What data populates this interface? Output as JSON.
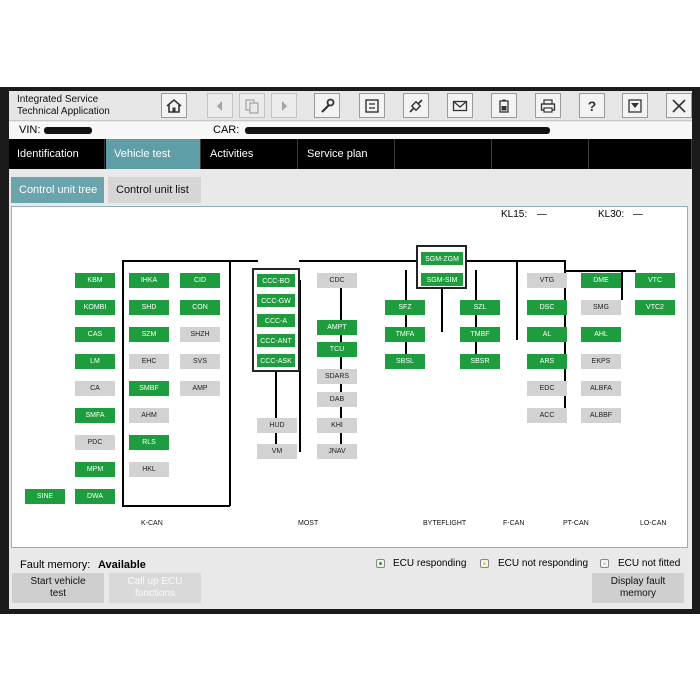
{
  "app": {
    "title_line1": "Integrated Service",
    "title_line2": "Technical Application"
  },
  "toolbar": [
    {
      "name": "home-button",
      "icon": "home-icon"
    },
    {
      "name": "back-button",
      "icon": "arrow-left-icon"
    },
    {
      "name": "copy-button",
      "icon": "copy-icon"
    },
    {
      "name": "forward-button",
      "icon": "arrow-right-icon"
    },
    {
      "name": "tools-button",
      "icon": "wrench-icon"
    },
    {
      "name": "compare-button",
      "icon": "compare-icon"
    },
    {
      "name": "connection-button",
      "icon": "plug-icon"
    },
    {
      "name": "mail-button",
      "icon": "mail-icon"
    },
    {
      "name": "battery-button",
      "icon": "battery-icon"
    },
    {
      "name": "print-button",
      "icon": "printer-icon"
    },
    {
      "name": "help-button",
      "icon": "question-icon"
    },
    {
      "name": "download-button",
      "icon": "download-icon"
    },
    {
      "name": "close-button",
      "icon": "close-icon"
    }
  ],
  "vehicle": {
    "vin_label": "VIN:",
    "car_label": "CAR:"
  },
  "nav_tabs": [
    "Identification",
    "Vehicle test",
    "Activities",
    "Service plan"
  ],
  "sub_tabs": [
    "Control unit tree",
    "Control unit list"
  ],
  "status": {
    "kl15_label": "KL15:",
    "kl15_value": "—",
    "kl30_label": "KL30:",
    "kl30_value": "—"
  },
  "colors": {
    "responding": "#1e9d3e",
    "not_responding": "#f2c94c",
    "not_fitted": "#d2d2d2",
    "active_tab": "#5f9ea6"
  },
  "buses": [
    "K-CAN",
    "MOST",
    "BYTEFLIGHT",
    "F-CAN",
    "PT-CAN",
    "LO-CAN"
  ],
  "ecus": {
    "kbm": "KBM",
    "ihka": "IHKA",
    "cid": "CID",
    "kombi": "KOMBI",
    "shd": "SHD",
    "con": "CON",
    "cas": "CAS",
    "szm": "SZM",
    "shzh": "SHZH",
    "lm": "LM",
    "ehc": "EHC",
    "svs": "SVS",
    "ca": "CA",
    "smbf": "SMBF",
    "amp": "AMP",
    "smfa": "SMFA",
    "ahm": "AHM",
    "pdc": "PDC",
    "rls": "RLS",
    "mpm": "MPM",
    "hkl": "HKL",
    "sine": "SINE",
    "dwa": "DWA",
    "cccbo": "CCC-BO",
    "cccgw": "CCC-GW",
    "ccca": "CCC-A",
    "cccant": "CCC-ANT",
    "cccask": "CCC-ASK",
    "cdc": "CDC",
    "ampt": "AMPT",
    "tcu": "TCU",
    "sdars": "SDARS",
    "dab": "DAB",
    "khi": "KHI",
    "hud": "HUD",
    "vm": "VM",
    "jnav": "JNAV",
    "sgmzgm": "SGM-ZGM",
    "sgmsim": "SGM-SIM",
    "sfz": "SFZ",
    "szl": "SZL",
    "tmfa": "TMFA",
    "tmbf": "TMBF",
    "sbsl": "SBSL",
    "sbsr": "SBSR",
    "vtg": "VTG",
    "dme": "DME",
    "vtc": "VTC",
    "smg": "SMG",
    "vtc2": "VTC2",
    "dsc": "DSC",
    "al": "AL",
    "ahl": "AHL",
    "ars": "ARS",
    "ekps": "EKPS",
    "edc": "EDC",
    "albfa": "ALBFA",
    "acc": "ACC",
    "albbf": "ALBBF"
  },
  "fault_memory": {
    "label": "Fault memory:",
    "value": "Available"
  },
  "legend": {
    "responding": "ECU responding",
    "not_responding": "ECU not responding",
    "not_fitted": "ECU not fitted"
  },
  "buttons": {
    "start_line1": "Start vehicle",
    "start_line2": "test",
    "callup_line1": "Call up ECU",
    "callup_line2": "functions",
    "display_line1": "Display fault",
    "display_line2": "memory"
  }
}
